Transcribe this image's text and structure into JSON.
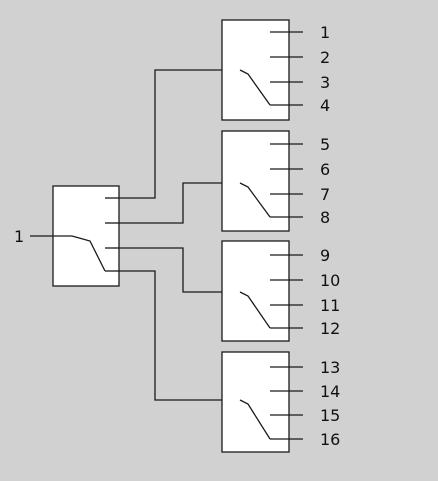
{
  "background_color": "#d1d1d1",
  "line_color": "#1a1a1a",
  "input": {
    "label": "1",
    "selected_output": 4
  },
  "switches": [
    {
      "outputs": [
        "1",
        "2",
        "3",
        "4"
      ],
      "selected_output": 4
    },
    {
      "outputs": [
        "5",
        "6",
        "7",
        "8"
      ],
      "selected_output": 4
    },
    {
      "outputs": [
        "9",
        "10",
        "11",
        "12"
      ],
      "selected_output": 4
    },
    {
      "outputs": [
        "13",
        "14",
        "15",
        "16"
      ],
      "selected_output": 4
    }
  ]
}
